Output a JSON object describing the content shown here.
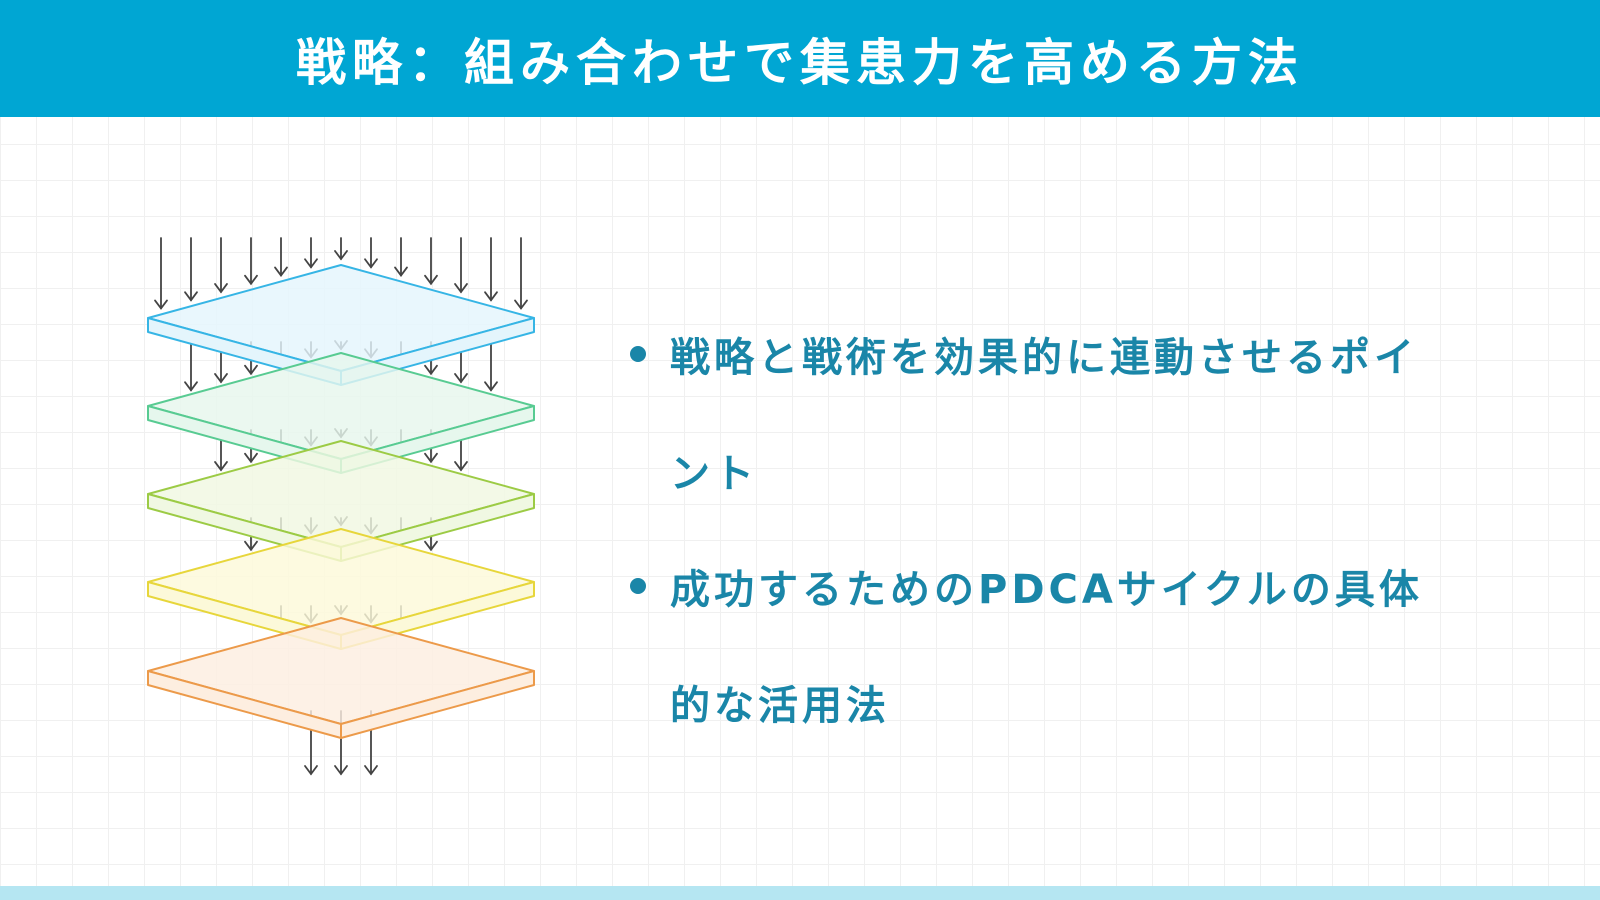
{
  "header": {
    "title": "戦略：組み合わせで集患力を高める方法"
  },
  "colors": {
    "header_bg": "#00a6d3",
    "footer_bg": "#b5e6f2",
    "text": "#1a86a8",
    "arrow": "#444444"
  },
  "layers": [
    {
      "stroke": "#36b5e5",
      "fill": "#e4f5fc"
    },
    {
      "stroke": "#58cb92",
      "fill": "#e6f7ed"
    },
    {
      "stroke": "#9ccb45",
      "fill": "#f0f8e2"
    },
    {
      "stroke": "#e7d63b",
      "fill": "#fcf9d9"
    },
    {
      "stroke": "#ec9a4a",
      "fill": "#fdeee0"
    }
  ],
  "bullets": [
    {
      "text": "戦略と戦術を効果的に連動させるポイント"
    },
    {
      "text": "成功するためのPDCAサイクルの具体的な活用法"
    }
  ]
}
